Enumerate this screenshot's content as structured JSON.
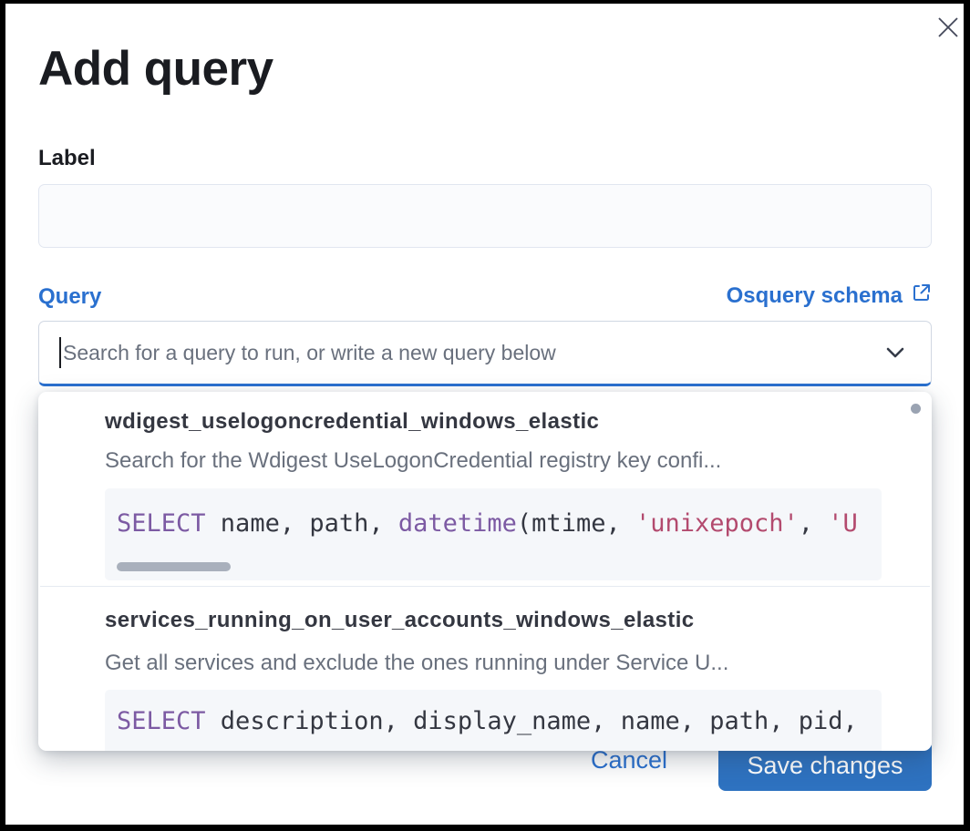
{
  "colors": {
    "accent": "#2a70cf",
    "link": "#2a70cf",
    "button": "#2e72c0",
    "title_text": "#1a1c21",
    "option_title": "#343741",
    "muted": "#69707d",
    "code_keyword": "#7c5aa3",
    "code_string": "#b34a6e",
    "code_plain": "#343741",
    "code_bg": "#f5f7fa"
  },
  "modal": {
    "title": "Add query"
  },
  "icons": {
    "close": "close-x",
    "schema_link": "external-link",
    "dropdown": "chevron-down"
  },
  "label_field": {
    "label": "Label",
    "value": ""
  },
  "query_field": {
    "label": "Query",
    "schema_link_label": "Osquery schema",
    "placeholder": "Search for a query to run, or write a new query below",
    "value": ""
  },
  "options": [
    {
      "name": "wdigest_uselogoncredential_windows_elastic",
      "description": "Search for the Wdigest UseLogonCredential registry key confi...",
      "code": [
        [
          "keyword",
          "SELECT"
        ],
        [
          "plain",
          " name, path, "
        ],
        [
          "keyword",
          "datetime"
        ],
        [
          "plain",
          "(mtime, "
        ],
        [
          "string",
          "'unixepoch'"
        ],
        [
          "plain",
          ", "
        ],
        [
          "string",
          "'U"
        ]
      ]
    },
    {
      "name": "services_running_on_user_accounts_windows_elastic",
      "description": "Get all services and exclude the ones running under Service U...",
      "code": [
        [
          "keyword",
          "SELECT"
        ],
        [
          "plain",
          " description, display_name, name, path, pid,"
        ]
      ]
    }
  ],
  "footer": {
    "cancel_label": "Cancel",
    "save_label": "Save changes"
  }
}
